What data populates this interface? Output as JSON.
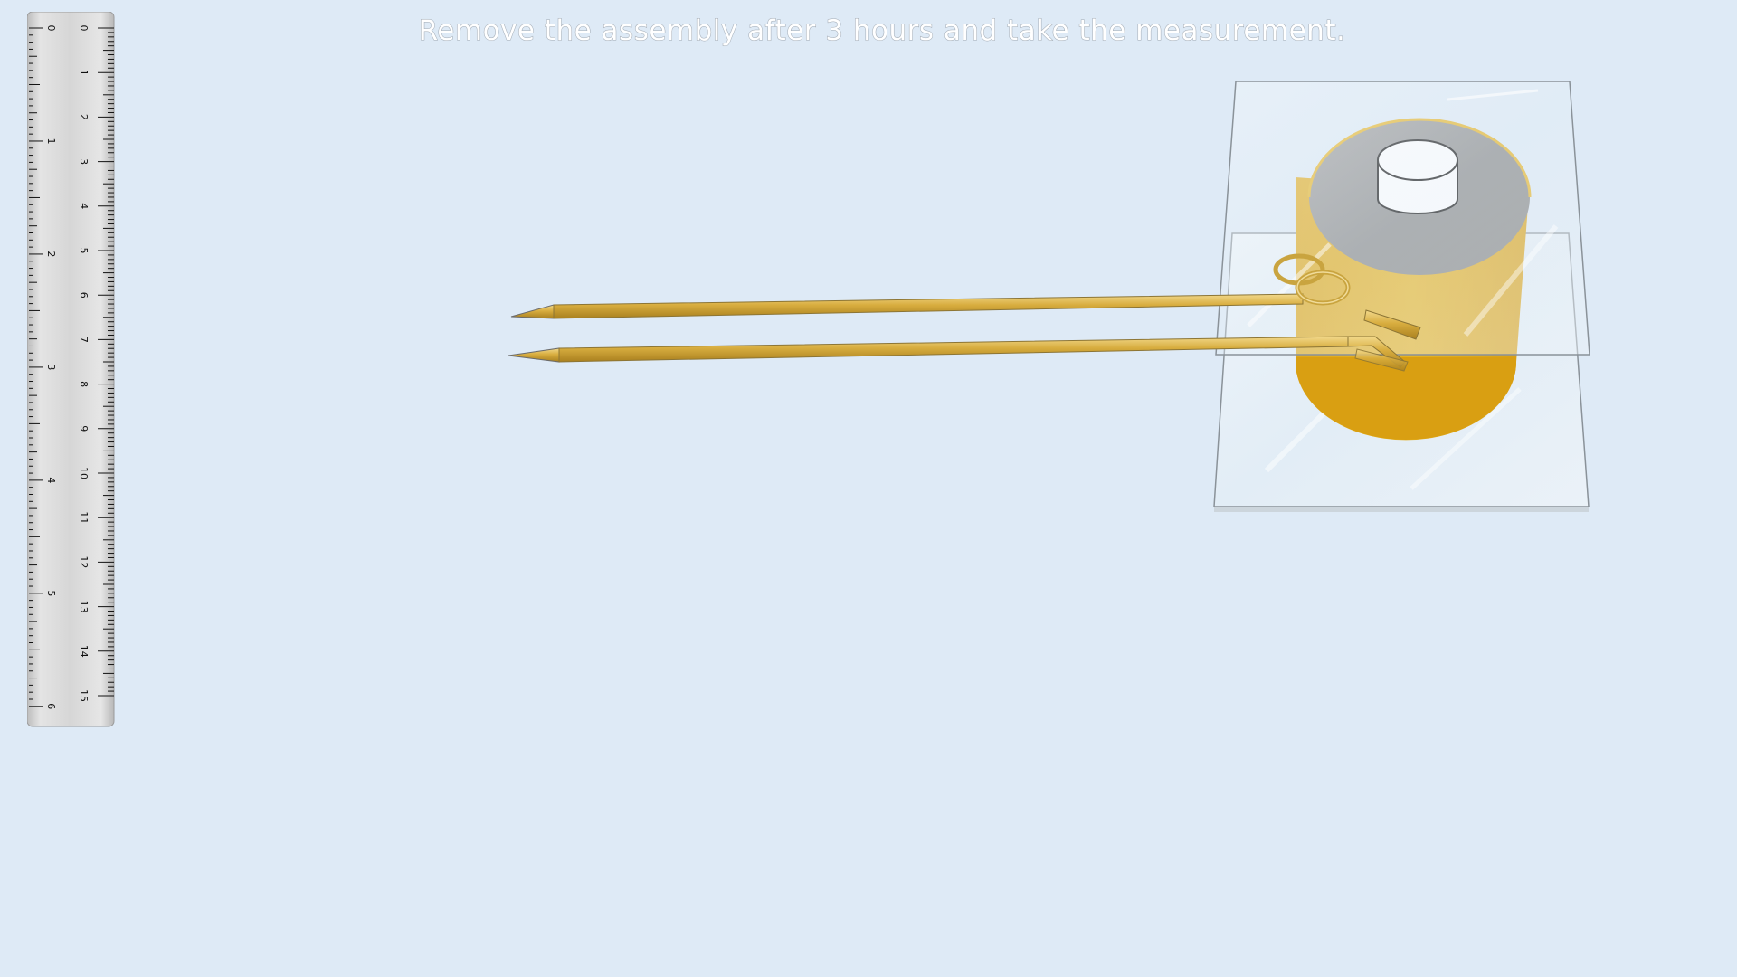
{
  "instruction": {
    "text": "Remove the assembly after 3 hours and take the measurement."
  },
  "ruler": {
    "cm_labels": [
      "0",
      "1",
      "2",
      "3",
      "4",
      "5",
      "6",
      "7",
      "8",
      "9",
      "10",
      "11",
      "12",
      "13",
      "14",
      "15"
    ],
    "inch_labels": [
      "0",
      "1",
      "2",
      "3",
      "4",
      "5",
      "6"
    ]
  },
  "colors": {
    "background": "#deeaf6",
    "electrode": "#d9b24a",
    "cylinder_body": "#e1ad1c",
    "cylinder_top": "#8f8f8f",
    "cap": "#ffffff",
    "glass": "#e9f1f7",
    "ruler": "#d3d3d3"
  },
  "icons": [
    "ruler-icon",
    "electrode-probe-icon",
    "cylinder-container-icon",
    "glass-slide-icon",
    "ring-clip-icon"
  ]
}
